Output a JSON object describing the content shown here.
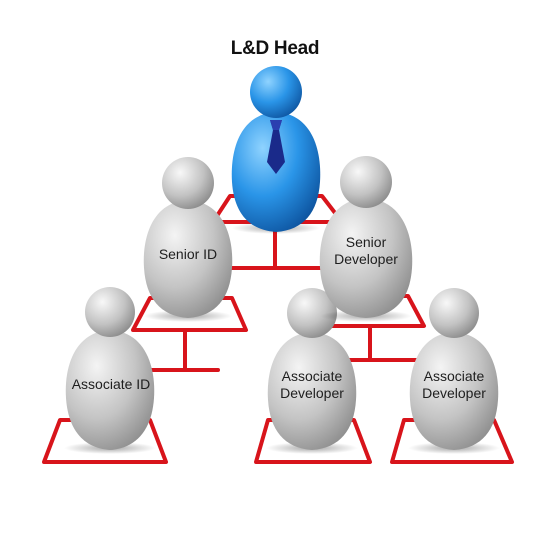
{
  "title": "L&D Head",
  "colors": {
    "connector": "#d8141b",
    "head_figure": "#1e88e5",
    "tie": "#1a2a8a",
    "staff_figure": "#b9b9b9"
  },
  "nodes": {
    "senior_id": {
      "line1": "Senior ID"
    },
    "senior_developer": {
      "line1": "Senior",
      "line2": "Developer"
    },
    "associate_id": {
      "line1": "Associate ID"
    },
    "associate_developer_1": {
      "line1": "Associate",
      "line2": "Developer"
    },
    "associate_developer_2": {
      "line1": "Associate",
      "line2": "Developer"
    }
  }
}
